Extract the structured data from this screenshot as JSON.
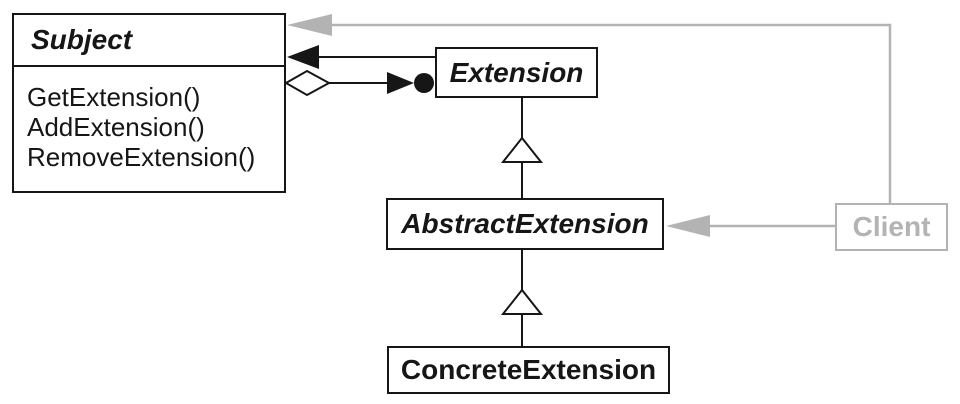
{
  "colors": {
    "ink": "#161616",
    "muted": "#b3b3b3",
    "paper": "#ffffff"
  },
  "classes": {
    "subject": {
      "name": "Subject",
      "italic": true,
      "methods": [
        "GetExtension()",
        "AddExtension()",
        "RemoveExtension()"
      ]
    },
    "extension": {
      "name": "Extension",
      "italic": true
    },
    "abstract_extension": {
      "name": "AbstractExtension",
      "italic": true
    },
    "concrete_extension": {
      "name": "ConcreteExtension",
      "italic": false
    },
    "client": {
      "name": "Client",
      "italic": false,
      "muted": true
    }
  },
  "relationships": [
    {
      "from": "Client",
      "to": "Subject",
      "kind": "reference-arrow",
      "color": "gray"
    },
    {
      "from": "Client",
      "to": "AbstractExtension",
      "kind": "reference-arrow",
      "color": "gray"
    },
    {
      "from": "Extension",
      "to": "Subject",
      "kind": "reference-arrow",
      "color": "black"
    },
    {
      "from": "Subject",
      "to": "Extension",
      "kind": "aggregation-many",
      "color": "black"
    },
    {
      "from": "AbstractExtension",
      "to": "Extension",
      "kind": "inheritance",
      "color": "black"
    },
    {
      "from": "ConcreteExtension",
      "to": "AbstractExtension",
      "kind": "inheritance",
      "color": "black"
    }
  ]
}
